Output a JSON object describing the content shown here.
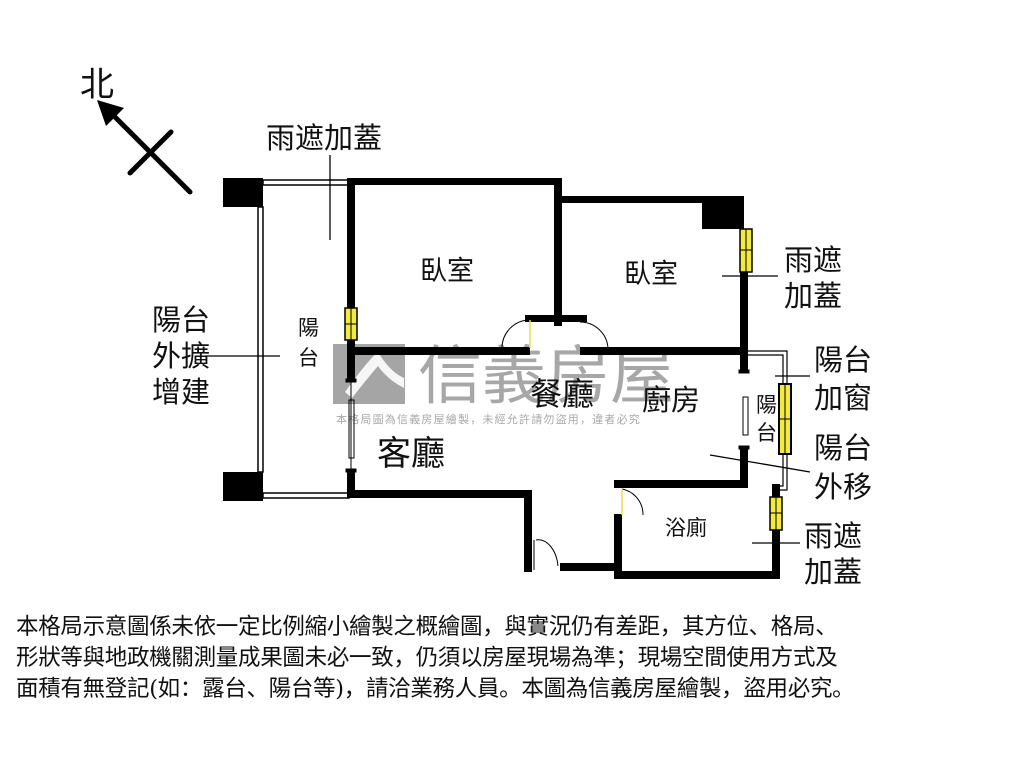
{
  "compass": {
    "label": "北",
    "direction": "north-west"
  },
  "rooms": {
    "bedroom_1": "臥室",
    "bedroom_2": "臥室",
    "living_room": "客廳",
    "dining_room": "餐廳",
    "kitchen": "廚房",
    "bathroom": "浴廁",
    "balcony_left": [
      "陽",
      "台"
    ],
    "balcony_right": [
      "陽",
      "台"
    ]
  },
  "annotations": {
    "top_canopy": "雨遮加蓋",
    "left_balcony_extension": [
      "陽台",
      "外擴",
      "增建"
    ],
    "right_canopy_upper": [
      "雨遮",
      "加蓋"
    ],
    "balcony_window": [
      "陽台",
      "加窗"
    ],
    "balcony_moved_out": [
      "陽台",
      "外移"
    ],
    "right_canopy_lower": [
      "雨遮",
      "加蓋"
    ]
  },
  "watermark": {
    "brand": "信義房屋",
    "notice": "本格局圖為信義房屋繪製，未經允許請勿盜用，違者必究"
  },
  "colors": {
    "wall": "#000000",
    "window": "#f2ea3c",
    "watermark": "#8a8a8a",
    "background": "#ffffff"
  },
  "disclaimer": {
    "lines": [
      "本格局示意圖係未依一定比例縮小繪製之概繪圖，與實況仍有差距，其方位、格局、",
      "形狀等與地政機關測量成果圖未必一致，仍須以房屋現場為準；現場空間使用方式及",
      "面積有無登記(如：露台、陽台等)，請洽業務人員。本圖為信義房屋繪製，盜用必究。"
    ]
  }
}
